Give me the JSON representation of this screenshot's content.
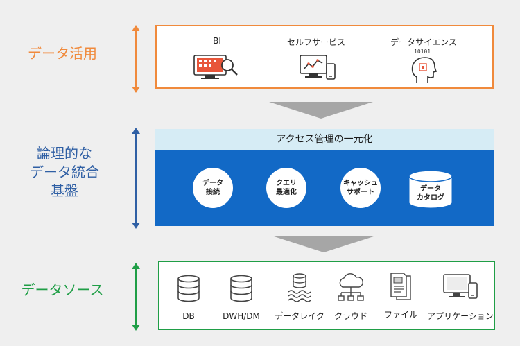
{
  "labels": {
    "utilization": "データ活用",
    "logical_line1": "論理的な",
    "logical_line2": "データ統合",
    "logical_line3": "基盤",
    "sources": "データソース"
  },
  "utilization_items": [
    {
      "label": "BI",
      "icon": "bi-dashboard-icon"
    },
    {
      "label": "セルフサービス",
      "icon": "self-service-icon"
    },
    {
      "label": "データサイエンス",
      "icon": "data-science-icon"
    }
  ],
  "data_science_digits": "10101",
  "platform": {
    "header": "アクセス管理の一元化",
    "functions": [
      {
        "line1": "データ",
        "line2": "接続"
      },
      {
        "line1": "クエリ",
        "line2": "最適化"
      },
      {
        "line1": "キャッシュ",
        "line2": "サポート"
      },
      {
        "line1": "データ",
        "line2": "カタログ"
      }
    ]
  },
  "sources": [
    {
      "label": "DB",
      "icon": "database-icon"
    },
    {
      "label": "DWH/DM",
      "icon": "database-icon"
    },
    {
      "label": "データレイク",
      "icon": "data-lake-icon"
    },
    {
      "label": "クラウド",
      "icon": "cloud-icon"
    },
    {
      "label": "ファイル",
      "icon": "file-icon"
    },
    {
      "label": "アプリケーション",
      "icon": "application-icon"
    }
  ],
  "colors": {
    "utilization": "#f08a3c",
    "platform": "#2f5fa4",
    "platform_body": "#1269c6",
    "platform_header": "#d6ecf5",
    "sources": "#1f9e46",
    "flow_arrow": "#a6a6a6"
  }
}
